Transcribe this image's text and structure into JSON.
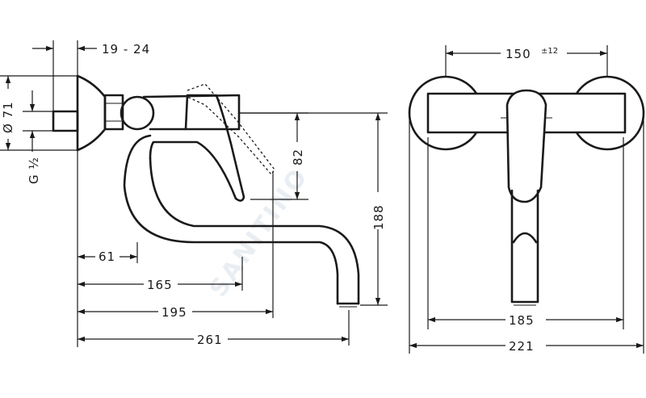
{
  "watermark": "SANITINO",
  "colors": {
    "ink": "#1a1a1a",
    "watermark": "#e9eef3"
  },
  "side_view": {
    "labels": {
      "wall_depth": "19 - 24",
      "rosette_diameter": "Ø 71",
      "thread": "G ½",
      "lever_height": "82",
      "total_height": "188",
      "d61": "61",
      "d165": "165",
      "d195": "195",
      "d261": "261"
    }
  },
  "front_view": {
    "labels": {
      "centers": "150",
      "centers_tolerance": "±12",
      "width_inner": "185",
      "width_outer": "221"
    }
  }
}
